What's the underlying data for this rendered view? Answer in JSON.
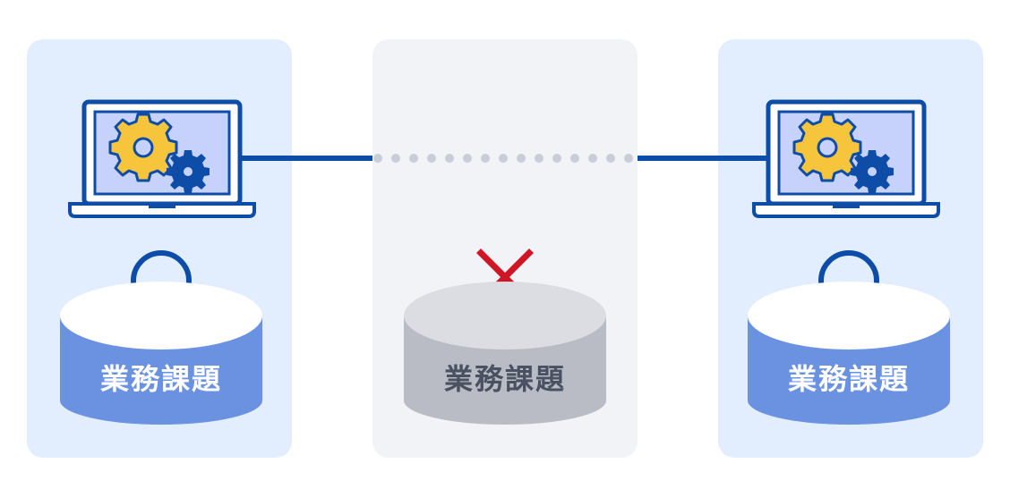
{
  "diagram": {
    "left": {
      "database_label": "業務課題",
      "status": "○"
    },
    "middle": {
      "database_label": "業務課題",
      "status": "×"
    },
    "right": {
      "database_label": "業務課題",
      "status": "○"
    }
  },
  "colors": {
    "panel_blue": "#e2eefe",
    "panel_gray": "#f2f3f6",
    "navy": "#0d4da8",
    "laptop_screen": "#c6d2fb",
    "gear_yellow": "#f7c53c",
    "db_blue": "#6a92e0",
    "db_gray": "#b9bcc4",
    "db_gray_text": "#4a5160",
    "cross_red": "#cf1627",
    "dots": "#c9cdd8"
  },
  "icons": [
    "laptop-icon",
    "gear-icon",
    "database-icon",
    "circle-mark-icon",
    "cross-mark-icon"
  ]
}
